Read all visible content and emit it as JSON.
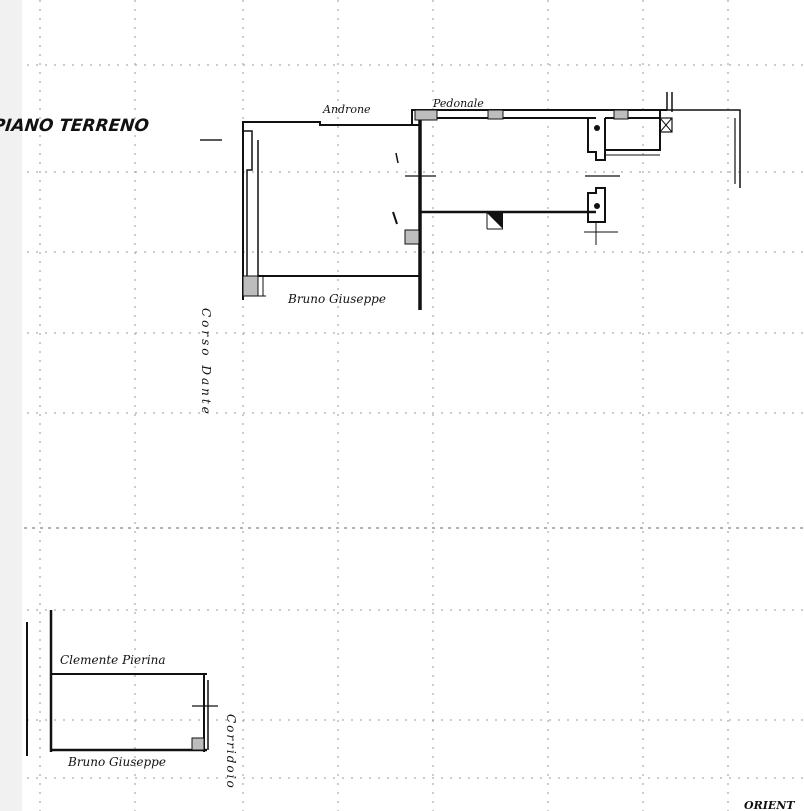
{
  "title": "PIANO TERRENO",
  "labels": {
    "androne": "Androne",
    "pedonale": "Pedonale",
    "bruno_top": "Bruno Giuseppe",
    "corso_dante": "Corso Dante",
    "clemente": "Clemente Pierina",
    "bruno_bottom": "Bruno Giuseppe",
    "corridoio": "Corridoio",
    "orient": "ORIENT"
  }
}
